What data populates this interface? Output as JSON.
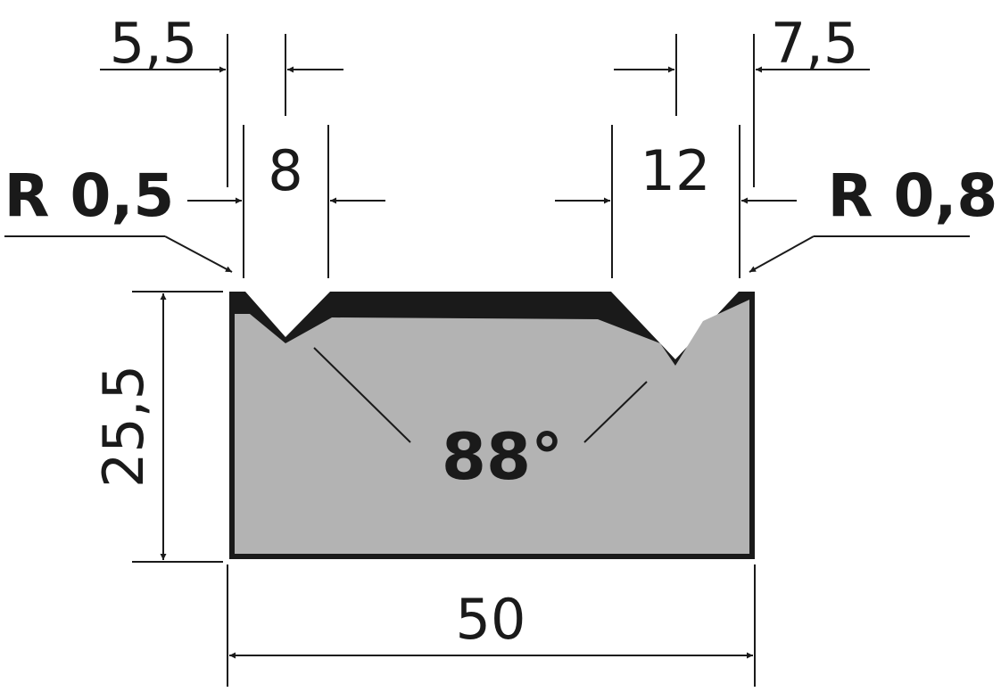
{
  "drawing": {
    "dim_top_left": "5,5",
    "dim_top_right": "7,5",
    "dim_v_left": "8",
    "dim_v_right": "12",
    "radius_left": "R 0,5",
    "radius_right": "R 0,8",
    "height": "25,5",
    "width": "50",
    "angle": "88°"
  },
  "colors": {
    "body": "#b3b3b3",
    "line": "#1a1a1a",
    "background": "#ffffff"
  }
}
